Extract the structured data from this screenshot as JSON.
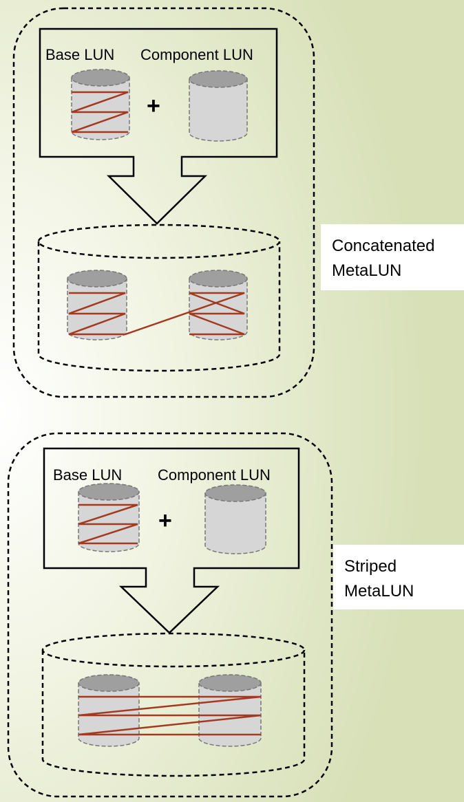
{
  "colors": {
    "zigzag": "#a33a1f",
    "cylinder_fill": "#d6d6d6",
    "cylinder_top": "#9f9f9f"
  },
  "concatenated": {
    "base_label": "Base LUN",
    "component_label": "Component LUN",
    "plus": "+",
    "title_lines": [
      "Concatenated",
      "MetaLUN"
    ]
  },
  "striped": {
    "base_label": "Base LUN",
    "component_label": "Component LUN",
    "plus": "+",
    "title_lines": [
      "Striped",
      "MetaLUN"
    ]
  }
}
